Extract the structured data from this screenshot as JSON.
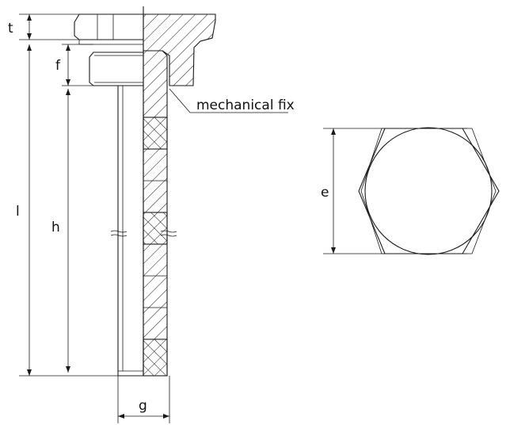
{
  "drawing": {
    "labels": {
      "t": "t",
      "f": "f",
      "l": "l",
      "h": "h",
      "g": "g",
      "e": "e",
      "mechanical_fix": "mechanical fix"
    },
    "colors": {
      "line": "#1a1a1a",
      "background": "#ffffff"
    }
  }
}
